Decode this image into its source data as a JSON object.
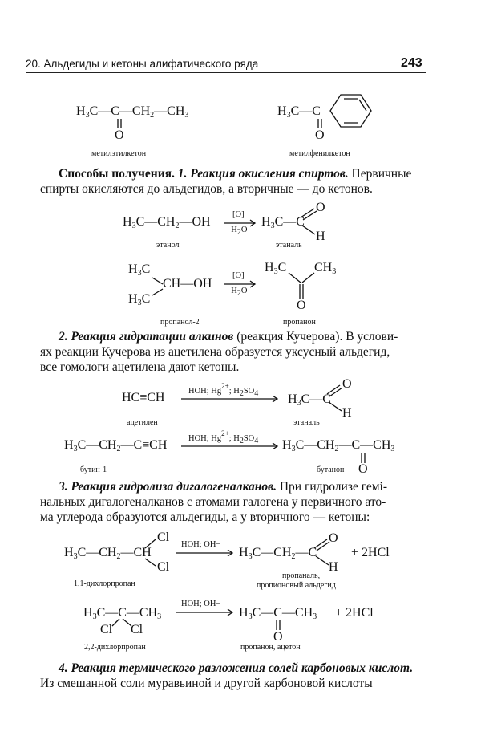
{
  "header": {
    "running_title": "20. Альдегиды и кетоны алифатического ряда",
    "page_number": "243"
  },
  "top_structures": {
    "mek_formula": "H3C—C—CH2—CH3",
    "mek_o": "O",
    "mek_name": "метилэтилкетон",
    "mpk_formula": "H3C—C",
    "mpk_o": "O",
    "mpk_name": "метилфенилкетон"
  },
  "section1": {
    "title_bold": "Способы получения.",
    "title_italic": "1. Реакция окисления спиртов.",
    "text_line1": "Первичные",
    "text_line2": "спирты окисляются до альдегидов, а вторичные — до кетонов."
  },
  "reaction1": {
    "reactant": "H3C—CH2—OH",
    "cond_top": "[O]",
    "cond_bottom": "–H2O",
    "product": "H3C—C",
    "product_o": "O",
    "product_h": "H",
    "reactant_name": "этанол",
    "product_name": "этаналь"
  },
  "reaction2": {
    "r_top": "H3C",
    "r_mid": "CH—OH",
    "r_bottom": "H3C",
    "cond_top": "[O]",
    "cond_bottom": "–H2O",
    "p_left": "H3C",
    "p_right": "CH3",
    "p_o": "O",
    "reactant_name": "пропанол-2",
    "product_name": "пропанон"
  },
  "section2": {
    "title_italic": "2. Реакция гидратации алкинов",
    "line1_rest": "(реакция Кучерова). В услови-",
    "line2": "ях реакции Кучерова из ацетилена образуется уксусный альдегид,",
    "line3": "все гомологи ацетилена дают кетоны."
  },
  "reaction3": {
    "reactant": "HC≡CH",
    "cond": "HOH; Hg2+; H2SO4",
    "product": "H3C—C",
    "product_o": "O",
    "product_h": "H",
    "reactant_name": "ацетилен",
    "product_name": "этаналь"
  },
  "reaction4": {
    "reactant": "H3C—CH2—C≡CH",
    "cond": "HOH; Hg2+; H2SO4",
    "product": "H3C—CH2—C—CH3",
    "product_o": "O",
    "reactant_name": "бутин-1",
    "product_name": "бутанон"
  },
  "section3": {
    "title_italic": "3. Реакция гидролиза дигалогеналканов.",
    "line1_rest": "При гидролизе гемі-",
    "line2": "нальных дигалогеналканов с атомами галогена у первичного ато-",
    "line3": "ма углерода образуются альдегиды, а у вторичного — кетоны:"
  },
  "reaction5": {
    "reactant": "H3C—CH2—CH",
    "cl_top": "Cl",
    "cl_bottom": "Cl",
    "cond": "HOH; OH−",
    "product": "H3C—CH2—C",
    "product_o": "O",
    "product_h": "H",
    "byproduct": "+ 2HCl",
    "reactant_name": "1,1-дихлорпропан",
    "product_name_1": "пропаналь,",
    "product_name_2": "пропионовый альдегид"
  },
  "reaction6": {
    "reactant": "H3C—C—CH3",
    "cl_left": "Cl",
    "cl_right": "Cl",
    "cond": "HOH; OH−",
    "product": "H3C—C—CH3",
    "product_o": "O",
    "byproduct": "+ 2HCl",
    "reactant_name": "2,2-дихлорпропан",
    "product_name": "пропанон, ацетон"
  },
  "section4": {
    "title_italic": "4. Реакция термического разложения солей карбоновых кислот.",
    "line2": "Из смешанной соли муравьиной и другой карбоновой кислоты"
  }
}
